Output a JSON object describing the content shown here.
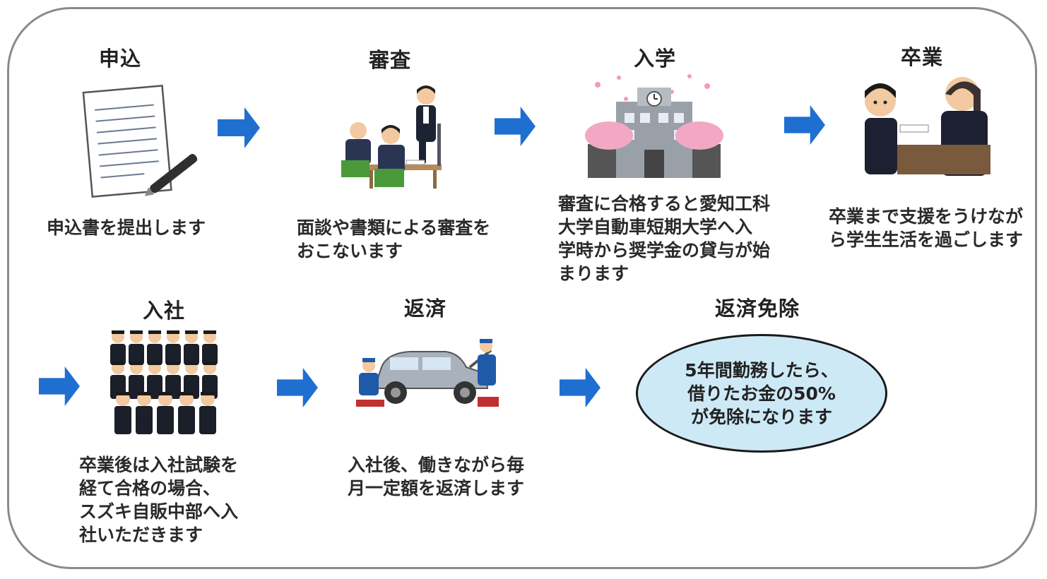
{
  "steps": [
    {
      "title": "申込",
      "desc_lines": [
        "申込書を提出します"
      ],
      "illustration": "application-form-pen"
    },
    {
      "title": "審査",
      "desc_lines": [
        "面談や書類による審査を",
        "おこないます"
      ],
      "illustration": "interview-meeting"
    },
    {
      "title": "入学",
      "desc_lines": [
        "審査に合格すると愛知工科",
        "大学自動車短期大学へ入",
        "学時から奨学金の貸与が始",
        "まります"
      ],
      "illustration": "school-building-cherry-blossoms"
    },
    {
      "title": "卒業",
      "desc_lines": [
        "卒業まで支援をうけなが",
        "ら学生生活を過ごします"
      ],
      "illustration": "graduation-diploma"
    },
    {
      "title": "入社",
      "desc_lines": [
        "卒業後は入社試験を",
        "経て合格の場合、",
        "スズキ自販中部へ入",
        "社いただきます"
      ],
      "illustration": "group-of-employees"
    },
    {
      "title": "返済",
      "desc_lines": [
        "入社後、働きながら毎",
        "月一定額を返済します"
      ],
      "illustration": "mechanics-repairing-car"
    },
    {
      "title": "返済免除",
      "callout_lines": [
        "5年間勤務したら、",
        "借りたお金の50%",
        "が免除になります"
      ]
    }
  ],
  "colors": {
    "arrow": "#1f6fd1",
    "frame": "#8a8a8a",
    "callout_fill": "#cde9f5",
    "callout_border": "#1a1a1a"
  }
}
